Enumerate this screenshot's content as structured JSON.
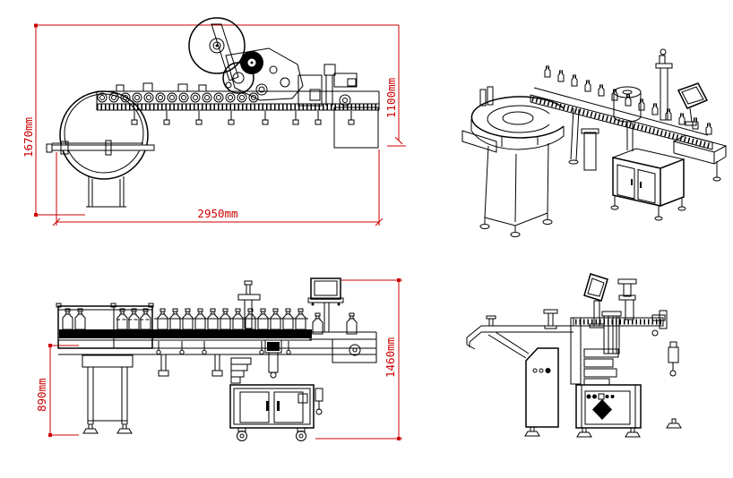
{
  "colors": {
    "dimension": "#cc0000",
    "line_art": "#000000",
    "background": "#ffffff"
  },
  "views": {
    "plan": {
      "dimensions": {
        "overall_width": "1670mm",
        "overall_length": "2950mm",
        "machine_width": "1100mm"
      }
    },
    "front": {
      "dimensions": {
        "conveyor_height": "890mm",
        "overall_height": "1460mm"
      }
    }
  }
}
